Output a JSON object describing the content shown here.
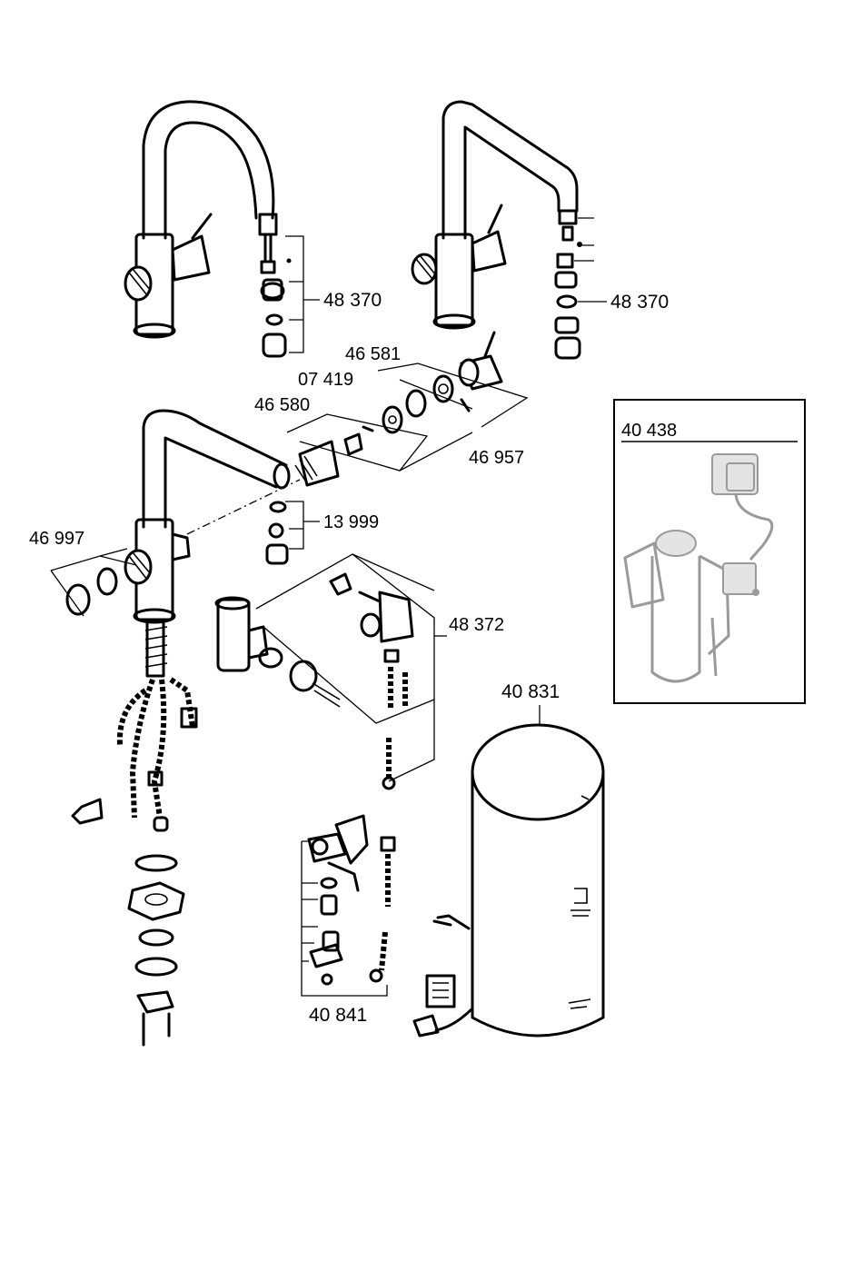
{
  "labels": {
    "aerator_left": "48 370",
    "aerator_right": "48 370",
    "handle_set": "46 581",
    "ring": "07 419",
    "cartridge": "46 580",
    "lever_kit": "46 957",
    "spout_kit": "13 999",
    "knob_kit": "46 997",
    "valve_set": "48 372",
    "boiler": "40 831",
    "connection_set": "40 841"
  },
  "inset": {
    "label": "40 438"
  }
}
